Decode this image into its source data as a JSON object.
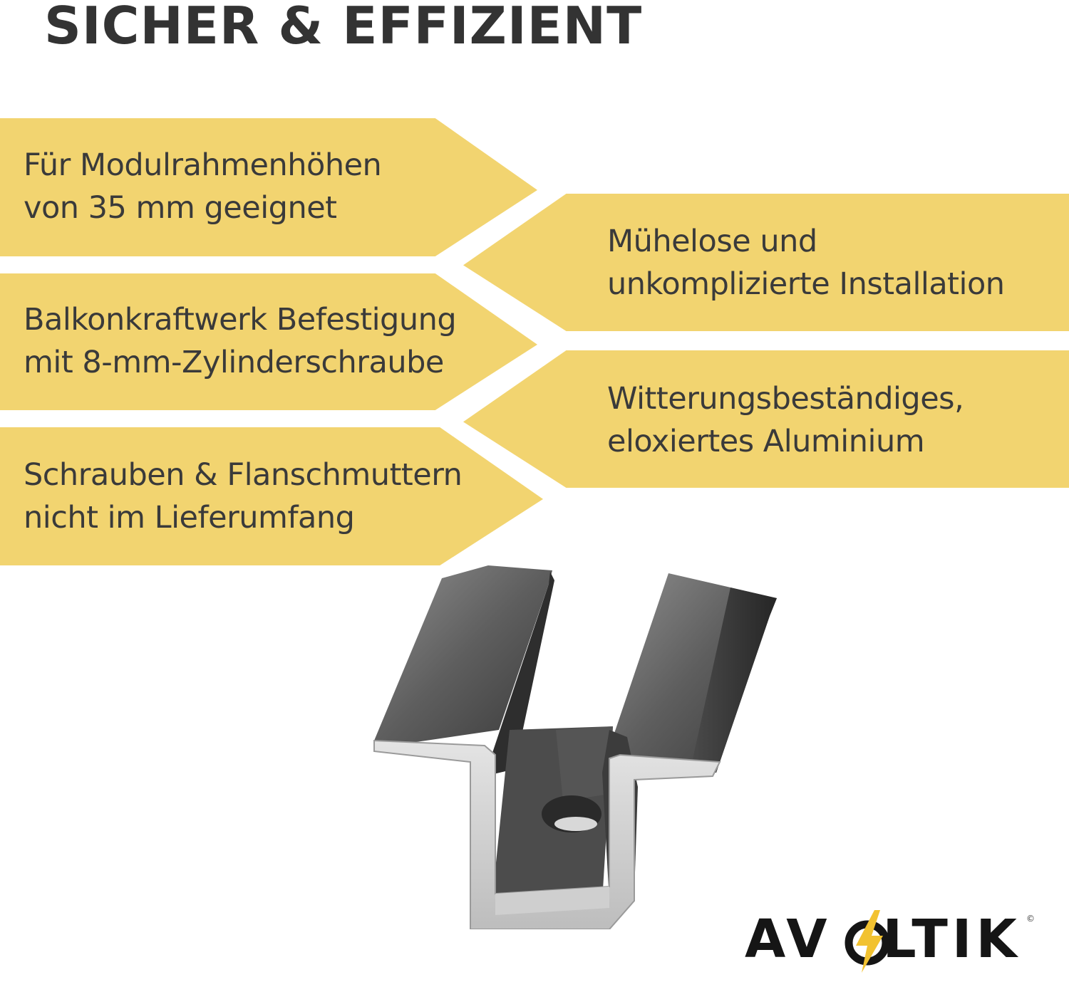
{
  "title": "SICHER & EFFIZIENT",
  "features_left": [
    {
      "line1": "Für Modulrahmenhöhen",
      "line2": "von 35 mm geeignet"
    },
    {
      "line1": "Balkonkraftwerk Befestigung",
      "line2": "mit 8-mm-Zylinderschraube"
    },
    {
      "line1": "Schrauben & Flanschmuttern",
      "line2": "nicht im Lieferumfang"
    }
  ],
  "features_right": [
    {
      "line1": "Mühelose und",
      "line2": "unkomplizierte Installation"
    },
    {
      "line1": "Witterungsbeständiges,",
      "line2": "eloxiertes Aluminium"
    }
  ],
  "brand": {
    "prefix": "AV",
    "suffix": "LTIK",
    "copyright": "©"
  },
  "colors": {
    "ribbon": "#f2d470",
    "text": "#3a3a3a",
    "logo_bolt": "#f2c230"
  },
  "product_icon": "aluminium-middle-clamp-image"
}
